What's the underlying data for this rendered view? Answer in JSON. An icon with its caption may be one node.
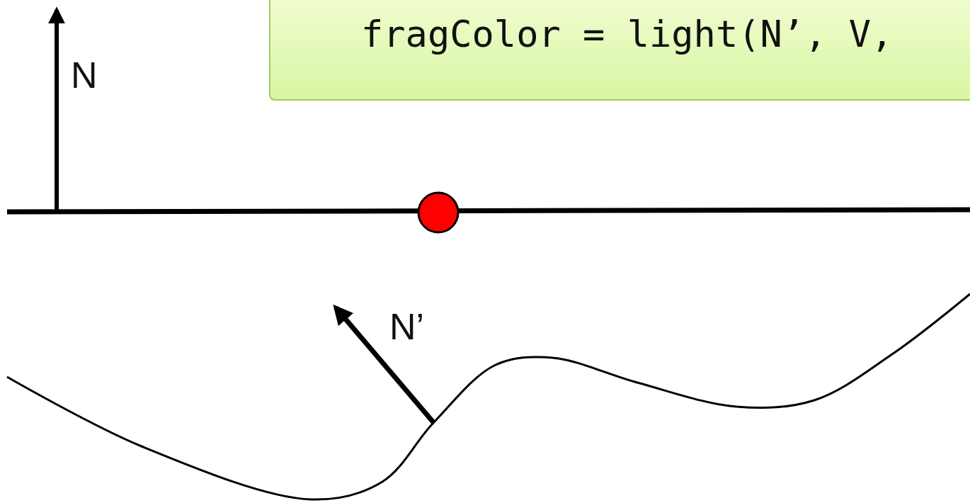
{
  "diagram": {
    "nodes": [
      {
        "text": [
          "fragColor = light(N’, V,"
        ]
      }
    ],
    "labels": [
      "N",
      "N’"
    ]
  }
}
